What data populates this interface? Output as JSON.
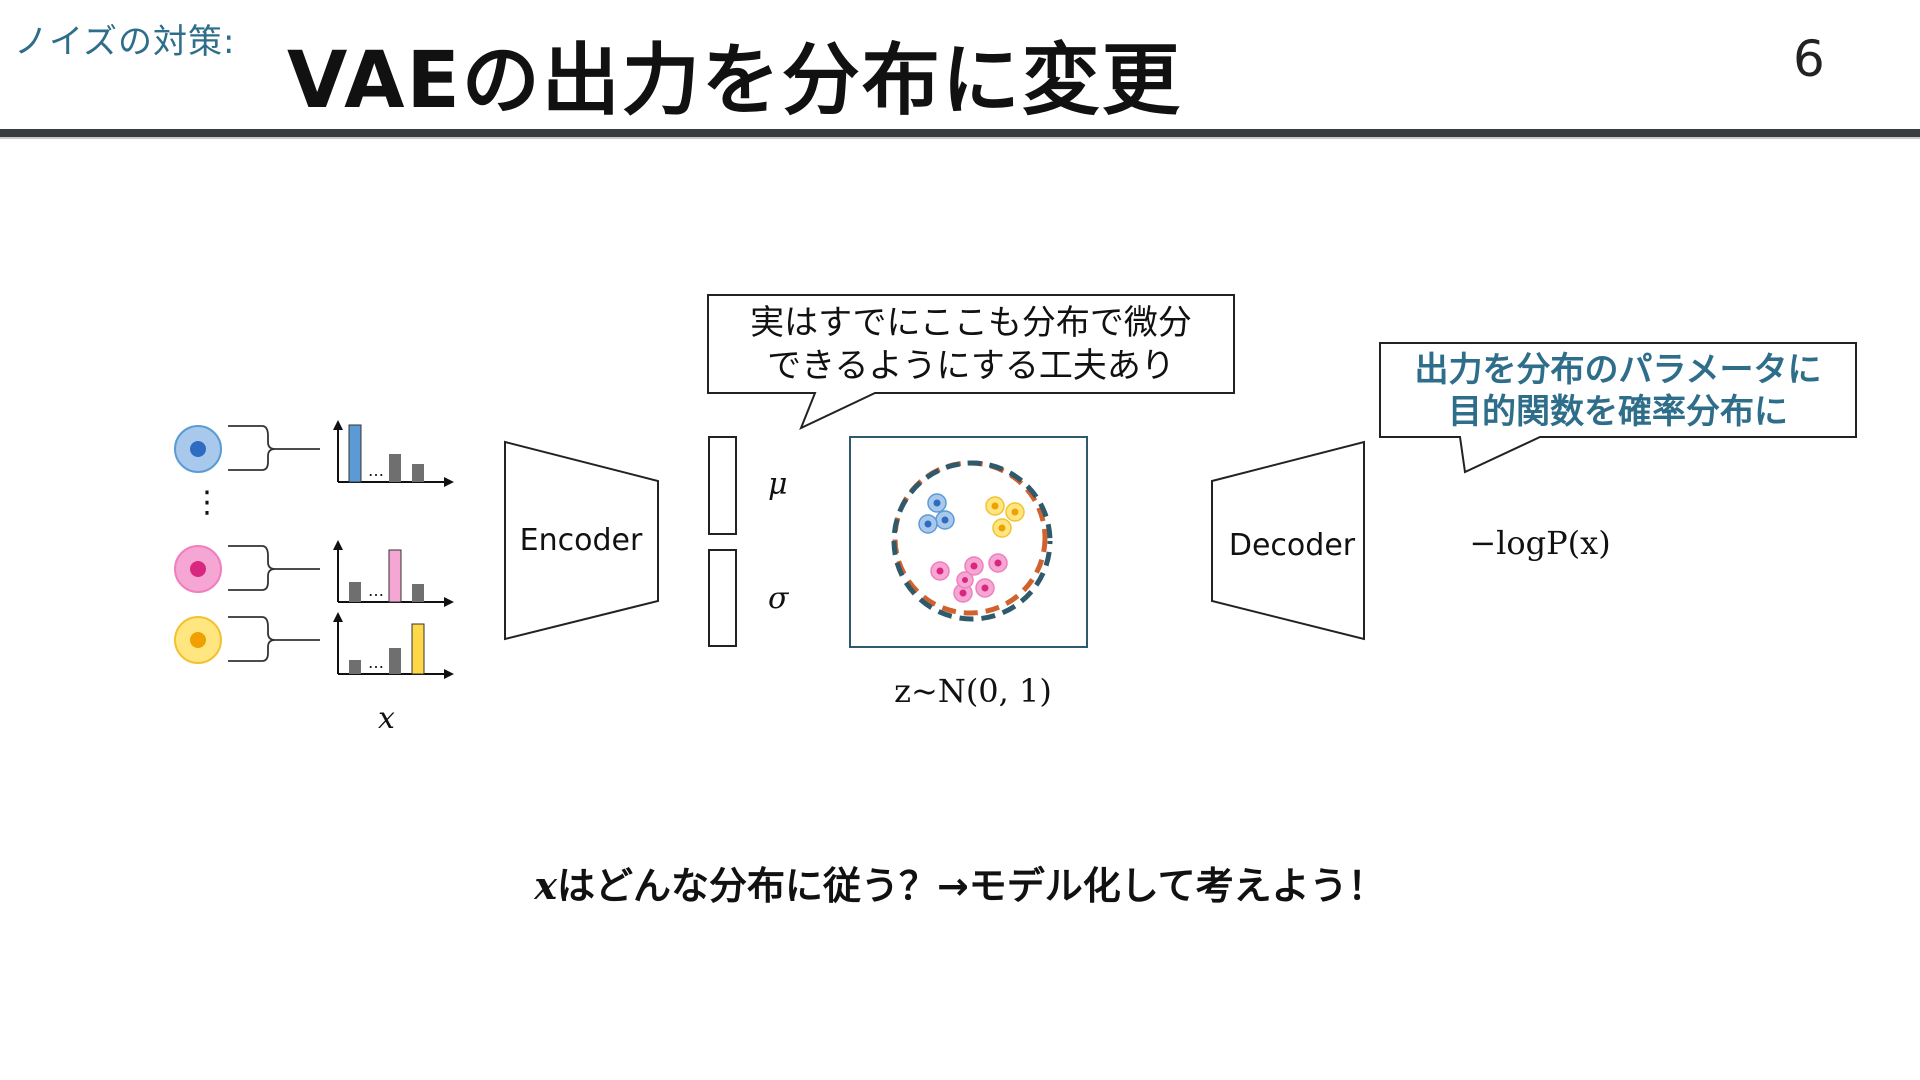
{
  "header": {
    "section_label": "ノイズの対策:",
    "title": "VAEの出力を分布に変更",
    "page_number": "6"
  },
  "diagram": {
    "input_label": "x",
    "vertical_ellipsis": "⋮",
    "bar_ellipsis": "…",
    "encoder_label": "Encoder",
    "mu_label": "μ",
    "sigma_label": "σ",
    "latent_label": "z~N(0, 1)",
    "decoder_label": "Decoder",
    "loss_label": "−logP(x)",
    "callout_encoder_line1": "実はすでにここも分布で微分",
    "callout_encoder_line2": "できるようにする工夫あり",
    "callout_decoder_line1": "出力を分布のパラメータに",
    "callout_decoder_line2": "目的関数を確率分布に",
    "colors": {
      "blue": "#5b9bd5",
      "pink": "#ef7fbf",
      "yellow": "#ffd84a",
      "gray": "#6f6f6f",
      "accent": "#2f6e8a",
      "orange_dash": "#d2622d",
      "teal_dash": "#2e5a6c"
    }
  },
  "footer": {
    "var": "x",
    "text": "はどんな分布に従う？→モデル化して考えよう！"
  }
}
